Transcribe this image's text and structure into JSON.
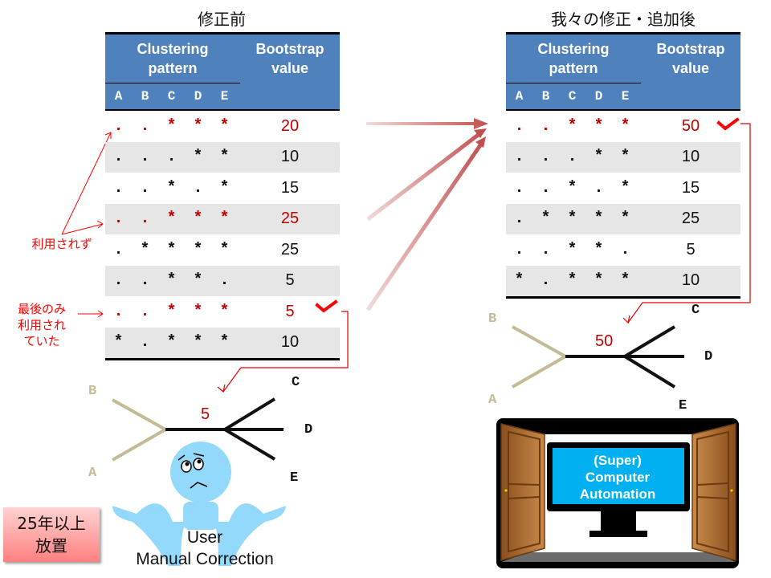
{
  "before": {
    "title": "修正前",
    "header": {
      "pattern_label_1": "Clustering",
      "pattern_label_2": "pattern",
      "value_label_1": "Bootstrap",
      "value_label_2": "value",
      "columns": [
        "A",
        "B",
        "C",
        "D",
        "E"
      ]
    },
    "rows": [
      {
        "pattern": [
          ".",
          ".",
          "*",
          "*",
          "*"
        ],
        "value": "20",
        "highlight": true
      },
      {
        "pattern": [
          ".",
          ".",
          ".",
          "*",
          "*"
        ],
        "value": "10",
        "highlight": false
      },
      {
        "pattern": [
          ".",
          ".",
          "*",
          ".",
          "*"
        ],
        "value": "15",
        "highlight": false
      },
      {
        "pattern": [
          ".",
          ".",
          "*",
          "*",
          "*"
        ],
        "value": "25",
        "highlight": true
      },
      {
        "pattern": [
          ".",
          "*",
          "*",
          "*",
          "*"
        ],
        "value": "25",
        "highlight": false
      },
      {
        "pattern": [
          ".",
          ".",
          "*",
          "*",
          "."
        ],
        "value": "5",
        "highlight": false
      },
      {
        "pattern": [
          ".",
          ".",
          "*",
          "*",
          "*"
        ],
        "value": "5",
        "highlight": true,
        "checked": true
      },
      {
        "pattern": [
          "*",
          ".",
          "*",
          "*",
          "*"
        ],
        "value": "10",
        "highlight": false
      }
    ],
    "annotations": {
      "unused": "利用されず",
      "last_only_1": "最後のみ",
      "last_only_2": "利用され",
      "last_only_3": "ていた"
    },
    "tree": {
      "labels": [
        "A",
        "B",
        "C",
        "D",
        "E"
      ],
      "support": "5"
    },
    "user_label_1": "User",
    "user_label_2": "Manual Correction"
  },
  "after": {
    "title": "我々の修正・追加後",
    "header": {
      "pattern_label_1": "Clustering",
      "pattern_label_2": "pattern",
      "value_label_1": "Bootstrap",
      "value_label_2": "value",
      "columns": [
        "A",
        "B",
        "C",
        "D",
        "E"
      ]
    },
    "rows": [
      {
        "pattern": [
          ".",
          ".",
          "*",
          "*",
          "*"
        ],
        "value": "50",
        "highlight": true,
        "checked": true
      },
      {
        "pattern": [
          ".",
          ".",
          ".",
          "*",
          "*"
        ],
        "value": "10",
        "highlight": false
      },
      {
        "pattern": [
          ".",
          ".",
          "*",
          ".",
          "*"
        ],
        "value": "15",
        "highlight": false
      },
      {
        "pattern": [
          ".",
          "*",
          "*",
          "*",
          "*"
        ],
        "value": "25",
        "highlight": false
      },
      {
        "pattern": [
          ".",
          ".",
          "*",
          "*",
          "."
        ],
        "value": "5",
        "highlight": false
      },
      {
        "pattern": [
          "*",
          ".",
          "*",
          "*",
          "*"
        ],
        "value": "10",
        "highlight": false
      }
    ],
    "tree": {
      "labels": [
        "A",
        "B",
        "C",
        "D",
        "E"
      ],
      "support": "50"
    },
    "screen_line_1": "(Super)",
    "screen_line_2": "Computer",
    "screen_line_3": "Automation"
  },
  "badge": {
    "line_1": "25年以上",
    "line_2": "放置"
  },
  "colors": {
    "header_blue": "#4f81bd",
    "highlight_red": "#c00000",
    "annotation_red": "#ff0000",
    "zebra_gray": "#e6e6e6",
    "tree_tan": "#c4bb96",
    "screen_blue": "#00b0f0",
    "user_blue": "#93d9fb",
    "door_brown": "#a0622d"
  }
}
